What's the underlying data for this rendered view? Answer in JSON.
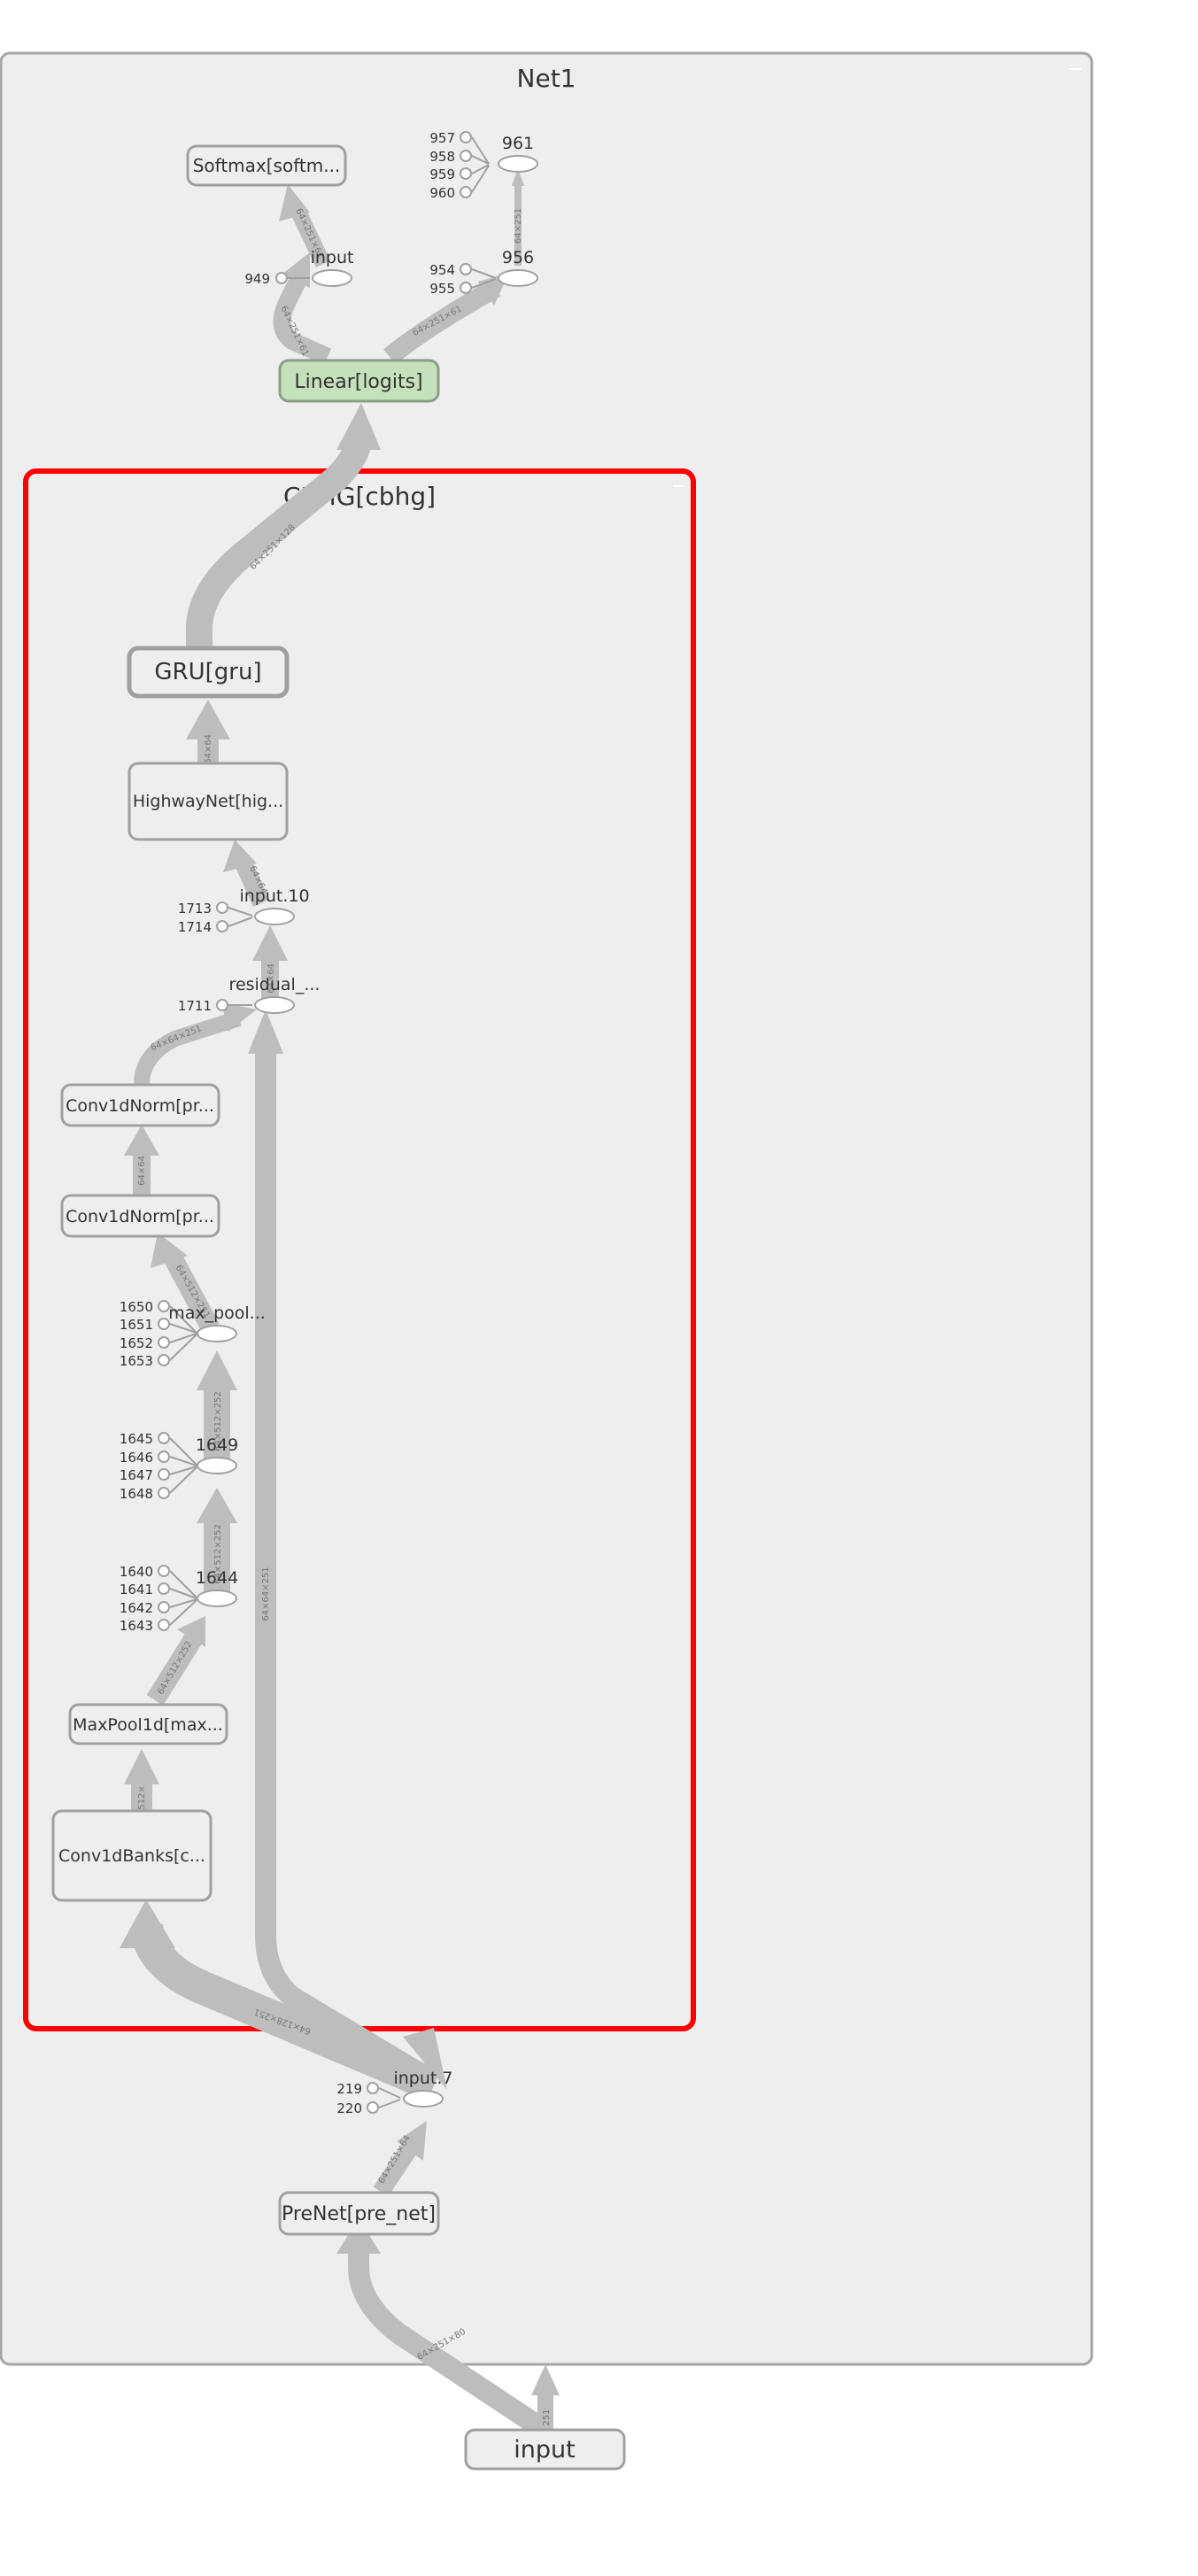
{
  "graph": {
    "net_title": "Net1",
    "cbhg_title": "CBHG[cbhg]",
    "nodes": {
      "softmax": "Softmax[softm...",
      "input_top": "input",
      "n961": "961",
      "n956": "956",
      "linear": "Linear[logits]",
      "gru": "GRU[gru]",
      "highway": "HighwayNet[hig...",
      "input10": "input.10",
      "residual": "residual_...",
      "conv1": "Conv1dNorm[pr...",
      "conv2": "Conv1dNorm[pr...",
      "maxpool_op": "max_pool...",
      "n1649": "1649",
      "n1644": "1644",
      "maxpool": "MaxPool1d[max...",
      "banks": "Conv1dBanks[c...",
      "input7": "input.7",
      "prenet": "PreNet[pre_net]",
      "input_bottom": "input"
    },
    "constants": {
      "c949": "949",
      "c957": "957",
      "c958": "958",
      "c959": "959",
      "c960": "960",
      "c954": "954",
      "c955": "955",
      "c1713": "1713",
      "c1714": "1714",
      "c1711": "1711",
      "c1650": "1650",
      "c1651": "1651",
      "c1652": "1652",
      "c1653": "1653",
      "c1645": "1645",
      "c1646": "1646",
      "c1647": "1647",
      "c1648": "1648",
      "c1640": "1640",
      "c1641": "1641",
      "c1642": "1642",
      "c1643": "1643",
      "c219": "219",
      "c220": "220"
    },
    "edge_labels": {
      "e_in_prenet": "64×251×80",
      "e_in_stub": "251",
      "e_prenet_input7": "64×251×64",
      "e_input7_banks": "64×128×251",
      "e_input7_residual": "64×64×251",
      "e_banks_maxpool": "512×",
      "e_maxpool_1644": "64×512×252",
      "e_1644_1649": "64×512×252",
      "e_1649_maxpool": "64×512×252",
      "e_maxpool_conv2": "64×512×251",
      "e_conv2_conv1": "64×64",
      "e_conv1_residual": "64×64×251",
      "e_residual_input10": "64×64",
      "e_input10_highway": "64×64",
      "e_highway_gru": "64×64",
      "e_gru_linear": "64×251×128",
      "e_linear_input": "64×251×61",
      "e_linear_956": "64×251×61",
      "e_input_softmax": "64×251×61",
      "e_956_961": "64×251"
    }
  },
  "colors": {
    "cluster_fill": "#eeeeee",
    "cluster_stroke": "#a5a5a5",
    "highlight_stroke": "#ff0000",
    "edge": "#bdbdbd",
    "node_stroke": "#a0a0a0",
    "linear_fill": "#c5e1bc",
    "linear_stroke": "#8a9e85"
  }
}
